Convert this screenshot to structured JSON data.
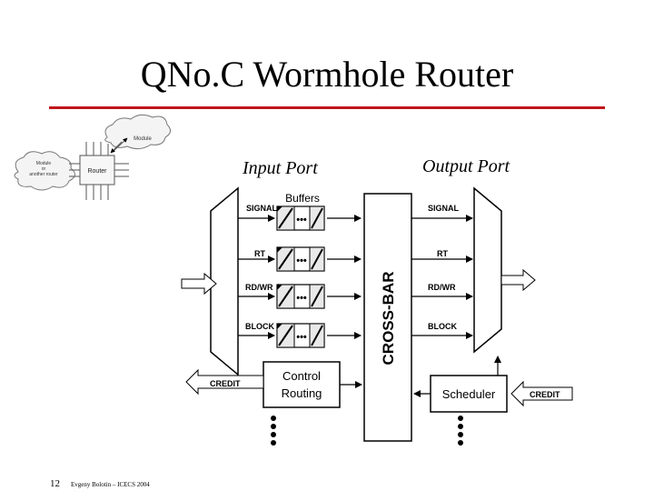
{
  "slide": {
    "title": "QNo.C Wormhole Router",
    "page_number": "12",
    "footer": "Evgeny Bolotin – ICECS 2004",
    "accent_color": "#c0161b"
  },
  "thumbnail": {
    "module_label": "Module",
    "source_label_line1": "Module",
    "source_label_line2": "or",
    "source_label_line3": "another router",
    "router_label": "Router"
  },
  "diagram": {
    "input_port_label": "Input Port",
    "output_port_label": "Output Port",
    "buffers_label": "Buffers",
    "input_signals": [
      "SIGNAL",
      "RT",
      "RD/WR",
      "BLOCK"
    ],
    "output_signals": [
      "SIGNAL",
      "RT",
      "RD/WR",
      "BLOCK"
    ],
    "buffer_dots": "•••",
    "crossbar_label": "CROSS-BAR",
    "control_line1": "Control",
    "control_line2": "Routing",
    "scheduler_label": "Scheduler",
    "credit_in_label": "CREDIT",
    "credit_out_label": "CREDIT"
  }
}
